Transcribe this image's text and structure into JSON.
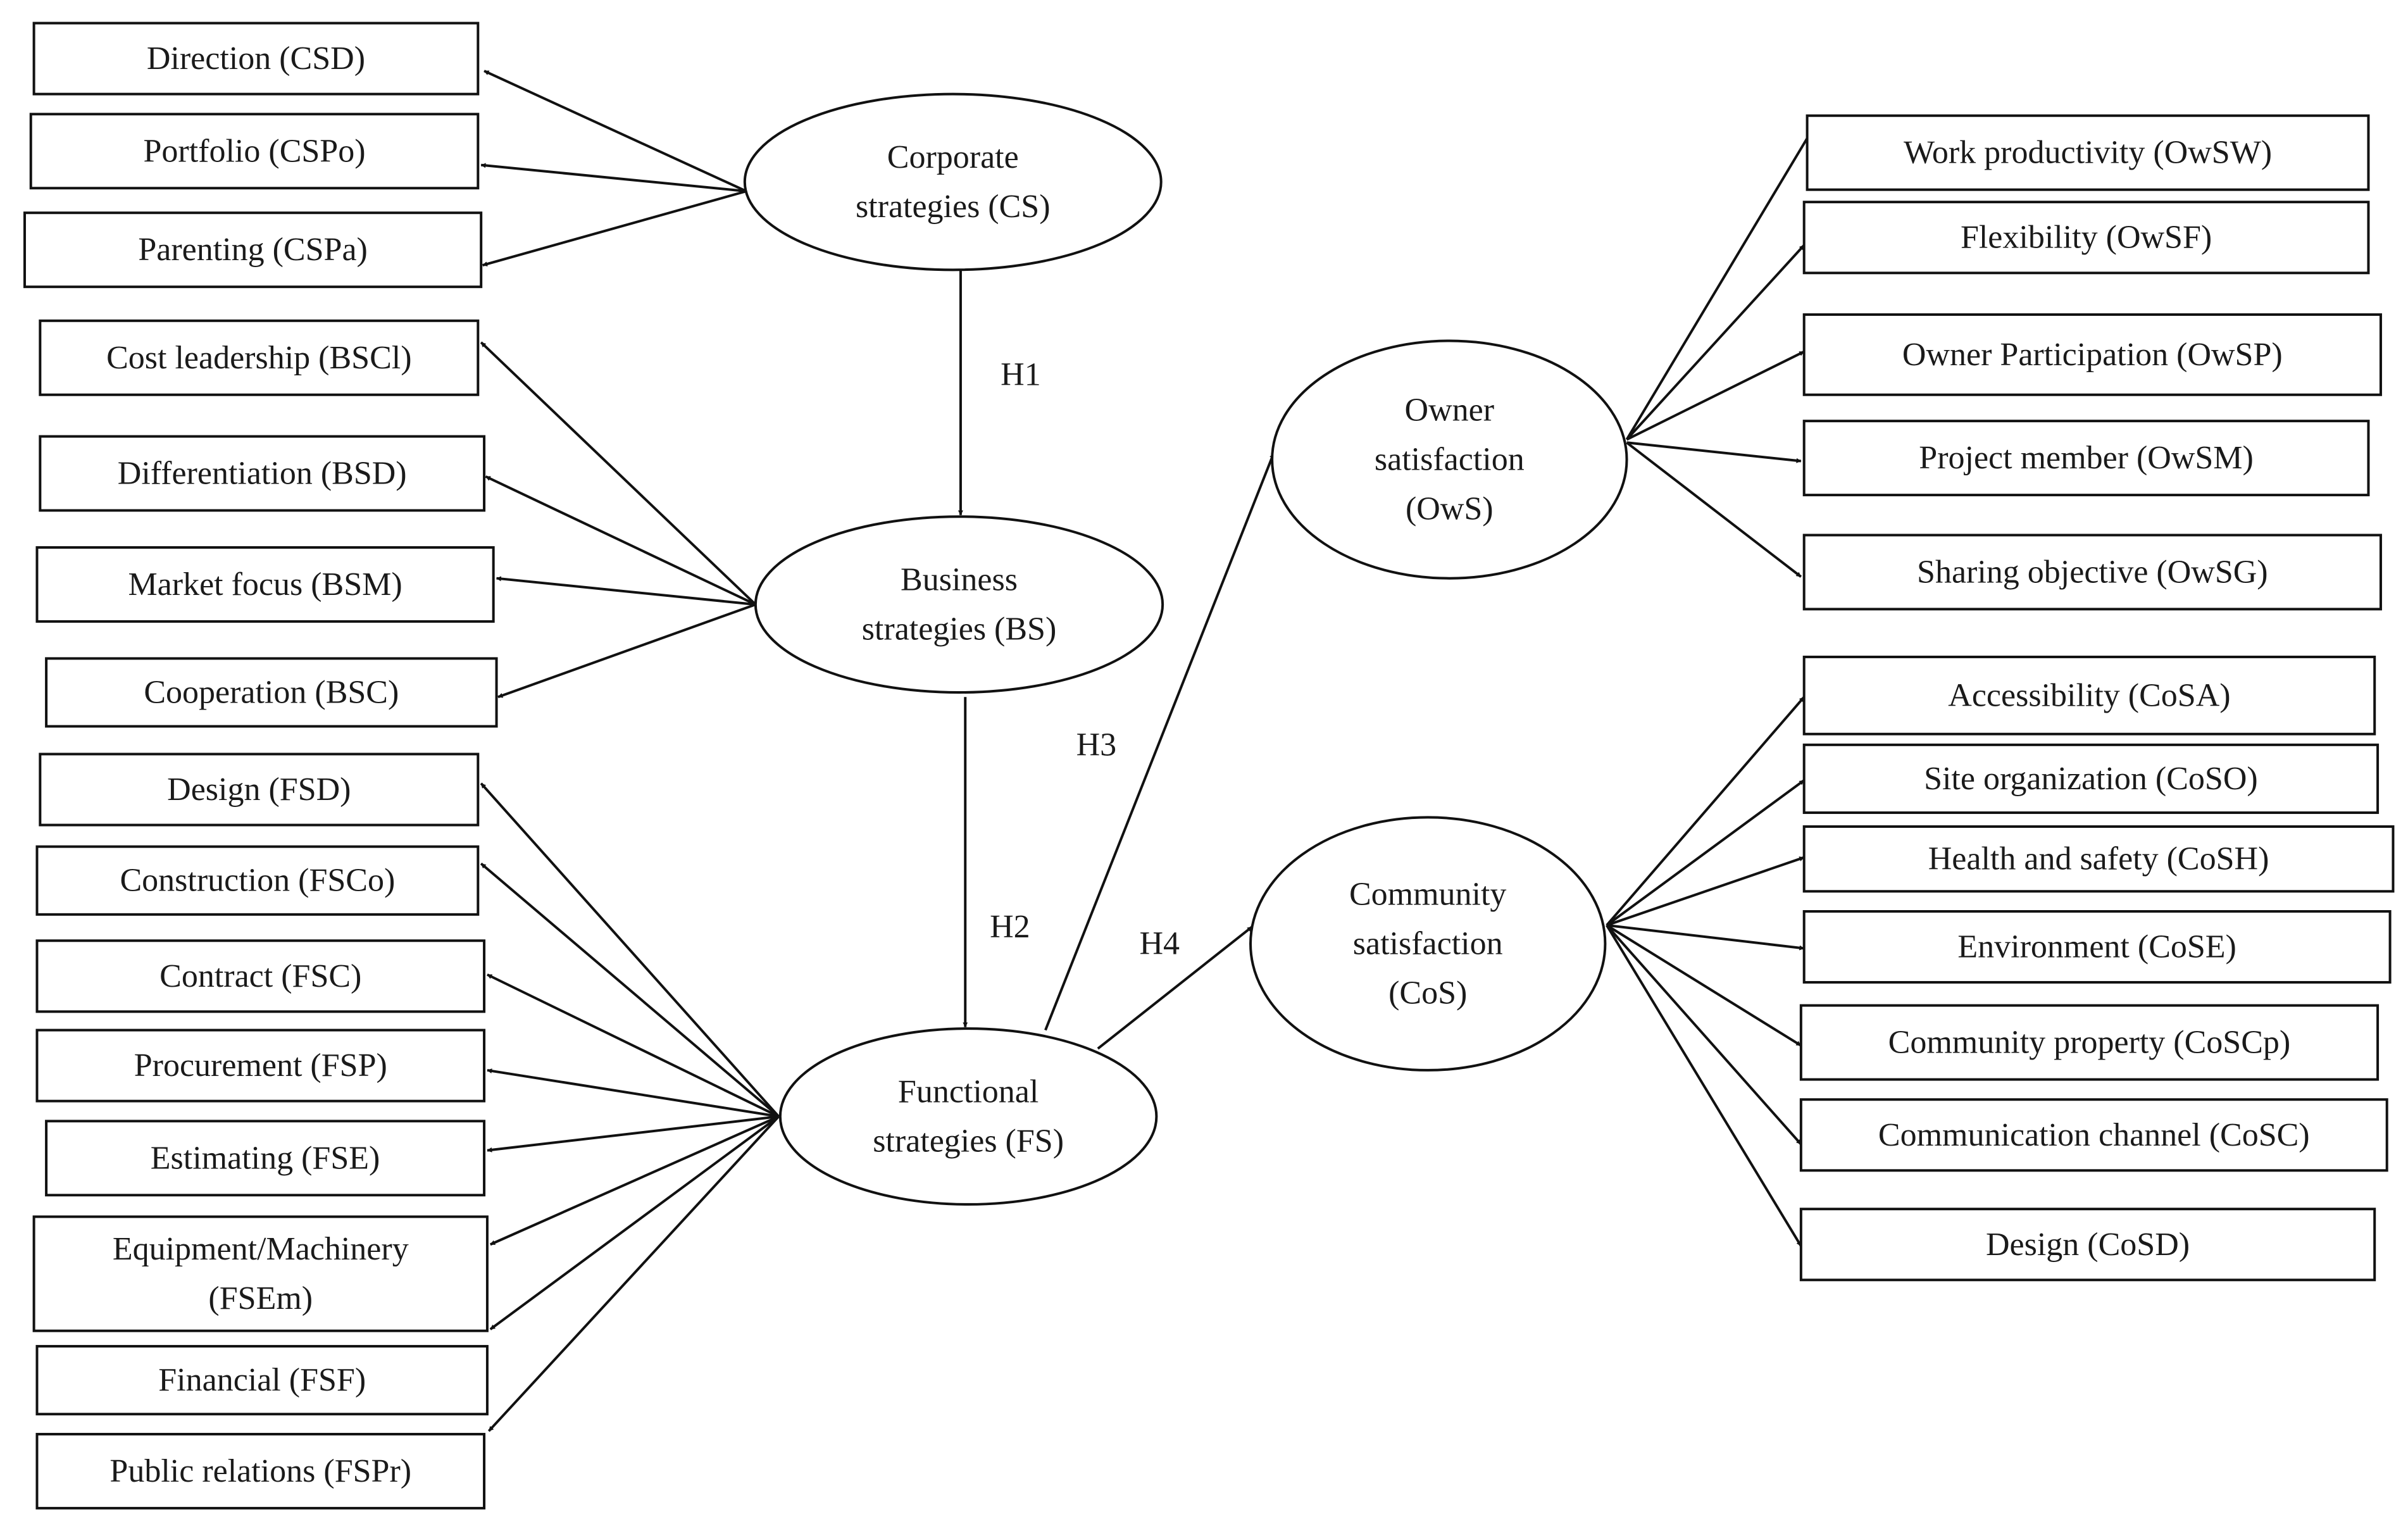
{
  "diagram": {
    "constructs": {
      "CS": [
        "Corporate",
        "strategies (CS)"
      ],
      "BS": [
        "Business",
        "strategies (BS)"
      ],
      "FS": [
        "Functional",
        "strategies (FS)"
      ],
      "OwS": [
        "Owner",
        "satisfaction",
        "(OwS)"
      ],
      "CoS": [
        "Community",
        "satisfaction",
        "(CoS)"
      ]
    },
    "indicators": {
      "CSD": [
        "Direction (CSD)"
      ],
      "CSPo": [
        "Portfolio (CSPo)"
      ],
      "CSPa": [
        "Parenting (CSPa)"
      ],
      "BSCl": [
        "Cost leadership (BSCl)"
      ],
      "BSD": [
        "Differentiation (BSD)"
      ],
      "BSM": [
        "Market focus (BSM)"
      ],
      "BSC": [
        "Cooperation (BSC)"
      ],
      "FSD": [
        "Design (FSD)"
      ],
      "FSCo": [
        "Construction (FSCo)"
      ],
      "FSC": [
        "Contract (FSC)"
      ],
      "FSP": [
        "Procurement (FSP)"
      ],
      "FSE": [
        "Estimating (FSE)"
      ],
      "FSEm": [
        "Equipment/Machinery",
        "(FSEm)"
      ],
      "FSF": [
        "Financial (FSF)"
      ],
      "FSPr": [
        "Public relations (FSPr)"
      ],
      "OwSW": [
        "Work productivity (OwSW)"
      ],
      "OwSF": [
        "Flexibility (OwSF)"
      ],
      "OwSP": [
        "Owner Participation (OwSP)"
      ],
      "OwSM": [
        "Project member (OwSM)"
      ],
      "OwSG": [
        "Sharing objective (OwSG)"
      ],
      "CoSA": [
        "Accessibility (CoSA)"
      ],
      "CoSO": [
        "Site organization (CoSO)"
      ],
      "CoSH": [
        "Health and safety (CoSH)"
      ],
      "CoSE": [
        "Environment (CoSE)"
      ],
      "CoSCp": [
        "Community property (CoSCp)"
      ],
      "CoSC": [
        "Communication channel (CoSC)"
      ],
      "CoSD": [
        "Design (CoSD)"
      ]
    },
    "hypotheses": {
      "H1": "H1",
      "H2": "H2",
      "H3": "H3",
      "H4": "H4"
    }
  }
}
